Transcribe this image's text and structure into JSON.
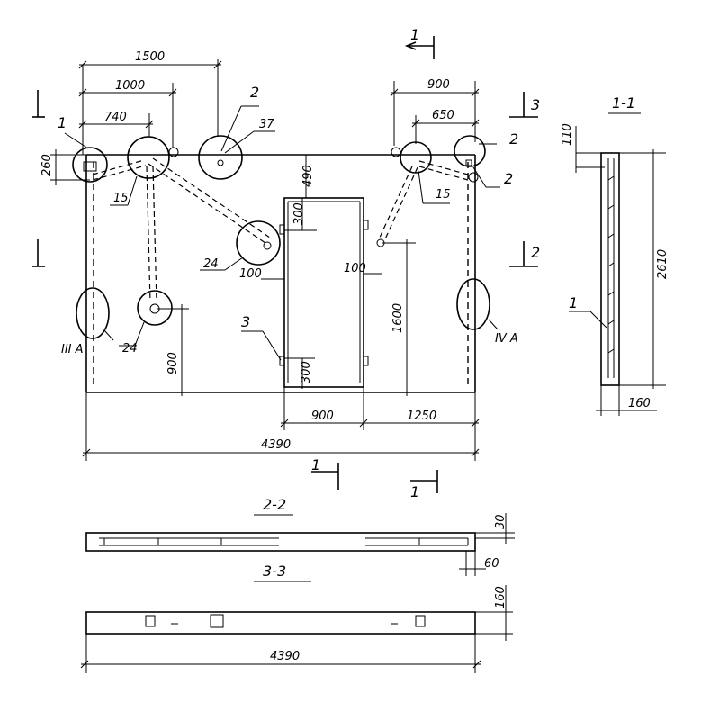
{
  "plan": {
    "dimensions": {
      "d1500": "1500",
      "d1000": "1000",
      "d740": "740",
      "d900_top": "900",
      "d650": "650",
      "d260": "260",
      "d490": "490",
      "d300_top": "300",
      "d100_left": "100",
      "d100_right": "100",
      "d1600": "1600",
      "d900_left": "900",
      "d300_bottom": "300",
      "d900_bottom": "900",
      "d1250": "1250",
      "d4390": "4390"
    },
    "callouts": {
      "c1": "1",
      "c2_top": "2",
      "c37": "37",
      "c15_left": "15",
      "c24_upper": "24",
      "c24_lower": "24",
      "c3": "3",
      "c15_right": "15",
      "c2_right_a": "2",
      "c2_right_b": "2"
    },
    "views": {
      "view_III": "III A",
      "view_IV": "IV A"
    },
    "section_marks": {
      "s1_top": "1",
      "s3_right": "3",
      "s2_right": "2",
      "s1_bottom_left": "1",
      "s1_bottom_right": "1"
    }
  },
  "section_1_1": {
    "title": "1-1",
    "d110": "110",
    "d2610": "2610",
    "d160": "160",
    "callout": "1"
  },
  "section_2_2": {
    "title": "2-2",
    "d30": "30",
    "d60": "60"
  },
  "section_3_3": {
    "title": "3-3",
    "d160": "160",
    "d4390": "4390"
  }
}
